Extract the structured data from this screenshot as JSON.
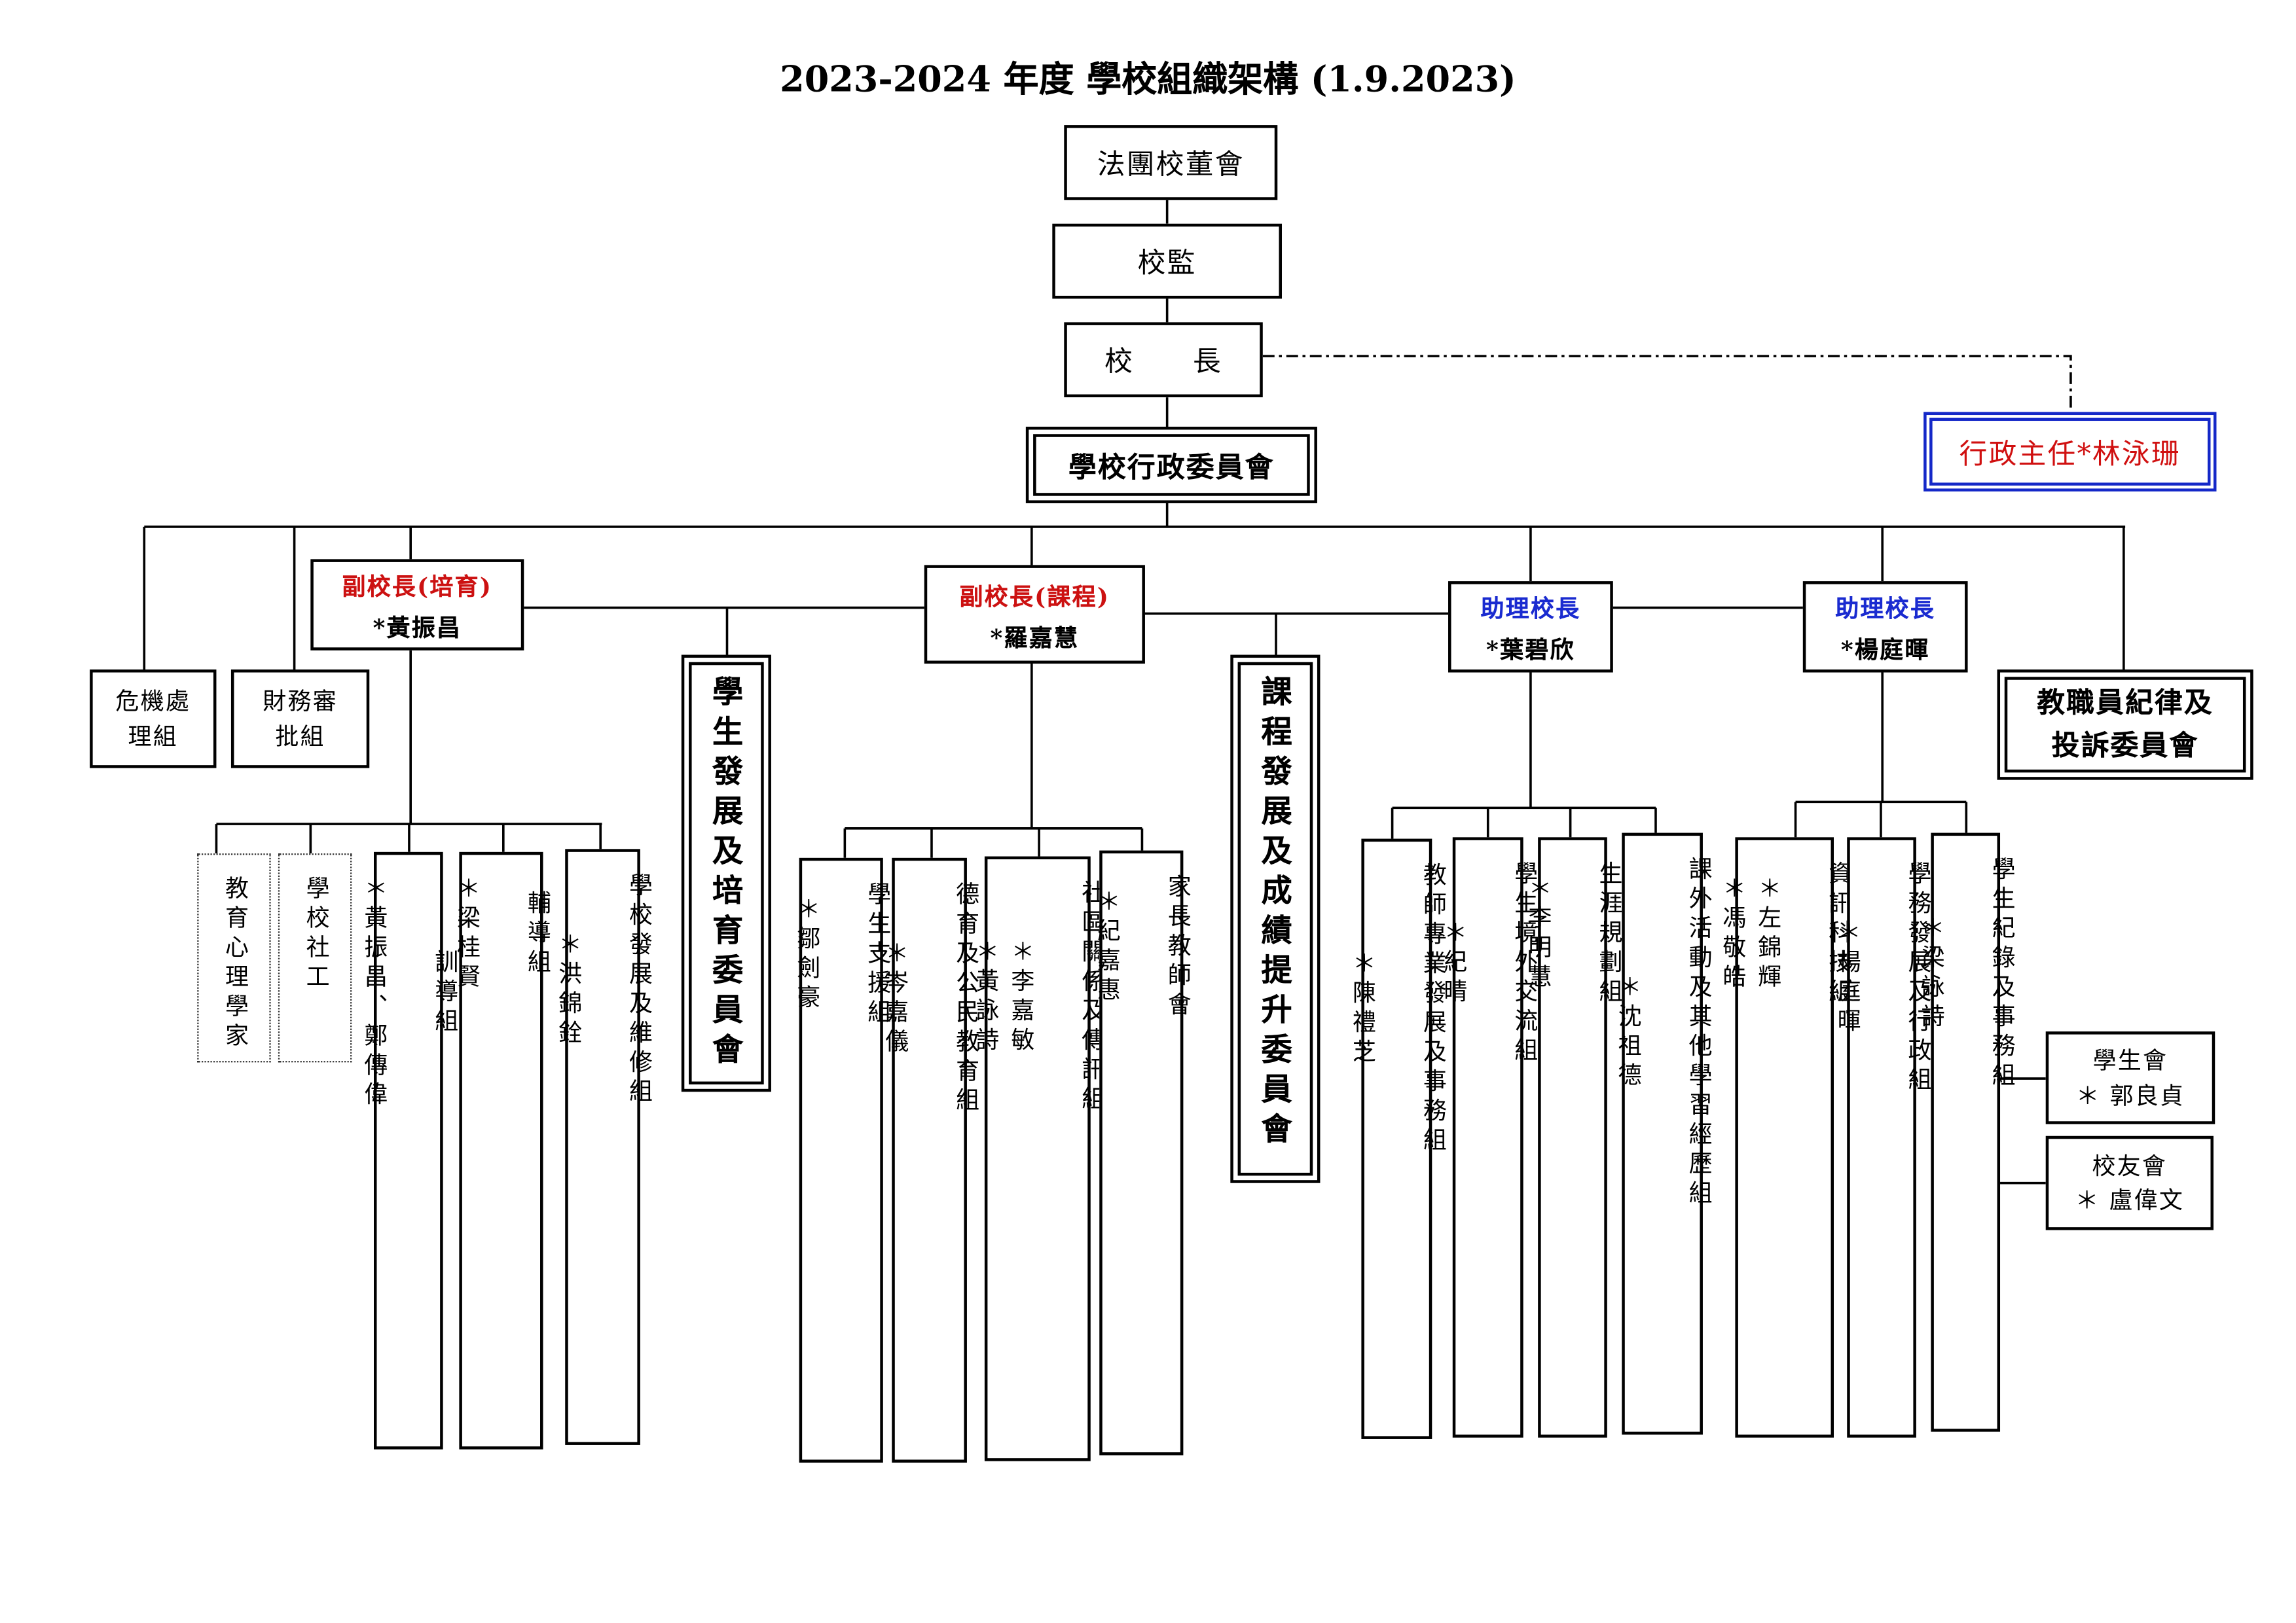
{
  "title": "2023-2024 年度  學校組織架構  (1.9.2023)",
  "top": {
    "board": "法團校董會",
    "supervisor": "校監",
    "principal": "校　　長",
    "committee": "學校行政委員會",
    "admin_head": "行政主任*林泳珊"
  },
  "side": {
    "crisis": "危機處\n理組",
    "finance": "財務審\n批組",
    "discipline_committee": "教職員紀律及\n投訴委員會"
  },
  "vps": [
    {
      "title": "副校長(培育)",
      "name": "*黃振昌"
    },
    {
      "title": "副校長(課程)",
      "name": "*羅嘉慧"
    },
    {
      "title": "助理校長",
      "name": "*葉碧欣"
    },
    {
      "title": "助理校長",
      "name": "*楊庭暉"
    }
  ],
  "committees": {
    "student_dev": "學生發展及培育委員會",
    "curriculum": "課程發展及成績提升委員會"
  },
  "groups1": [
    "教育心理學家",
    "學校社工",
    "訓導組\n\n＊黃振昌、鄭傳偉",
    "輔導組\n\n＊梁桂賢",
    "學校發展及維修組\n\n＊洪錦銓"
  ],
  "groups2": [
    "學生支援組\n\n＊鄒劍豪",
    "德育及公民教育組\n\n＊岑嘉儀",
    "社區關係及傳訊組\n\n＊李嘉敏\n＊黃詠詩",
    "家長教師會\n\n＊紀嘉惠"
  ],
  "groups3": [
    "教師專業發展及事務組\n\n＊陳禮芝",
    "學生境外交流組\n\n＊紀晴",
    "生涯規劃組\n\n＊李明慧",
    "課外活動及其他學習經歷組\n\n＊沈祖德"
  ],
  "groups4": [
    "資訊科技組\n\n＊左錦輝\n＊馮敬皓",
    "學務發展及行政組\n\n＊楊庭暉",
    "學生紀錄及事務組\n\n＊梁詠詩"
  ],
  "clubs": [
    {
      "label": "學生會",
      "name": "＊ 郭良貞"
    },
    {
      "label": "校友會",
      "name": "＊ 盧偉文"
    }
  ]
}
